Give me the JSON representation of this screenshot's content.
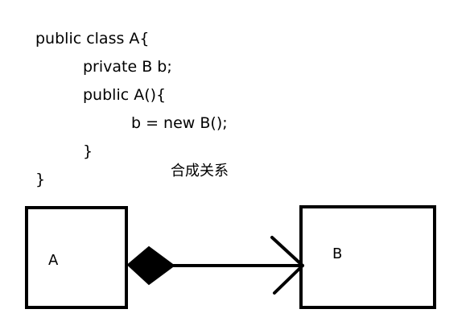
{
  "code": {
    "lines": [
      "public class A{",
      "private B b;",
      "public A(){",
      "b = new B();",
      "}",
      "}"
    ]
  },
  "caption": "合成关系",
  "diagram": {
    "left_box_label": "A",
    "right_box_label": "B",
    "relation": "composition",
    "stroke_color": "#000000"
  }
}
